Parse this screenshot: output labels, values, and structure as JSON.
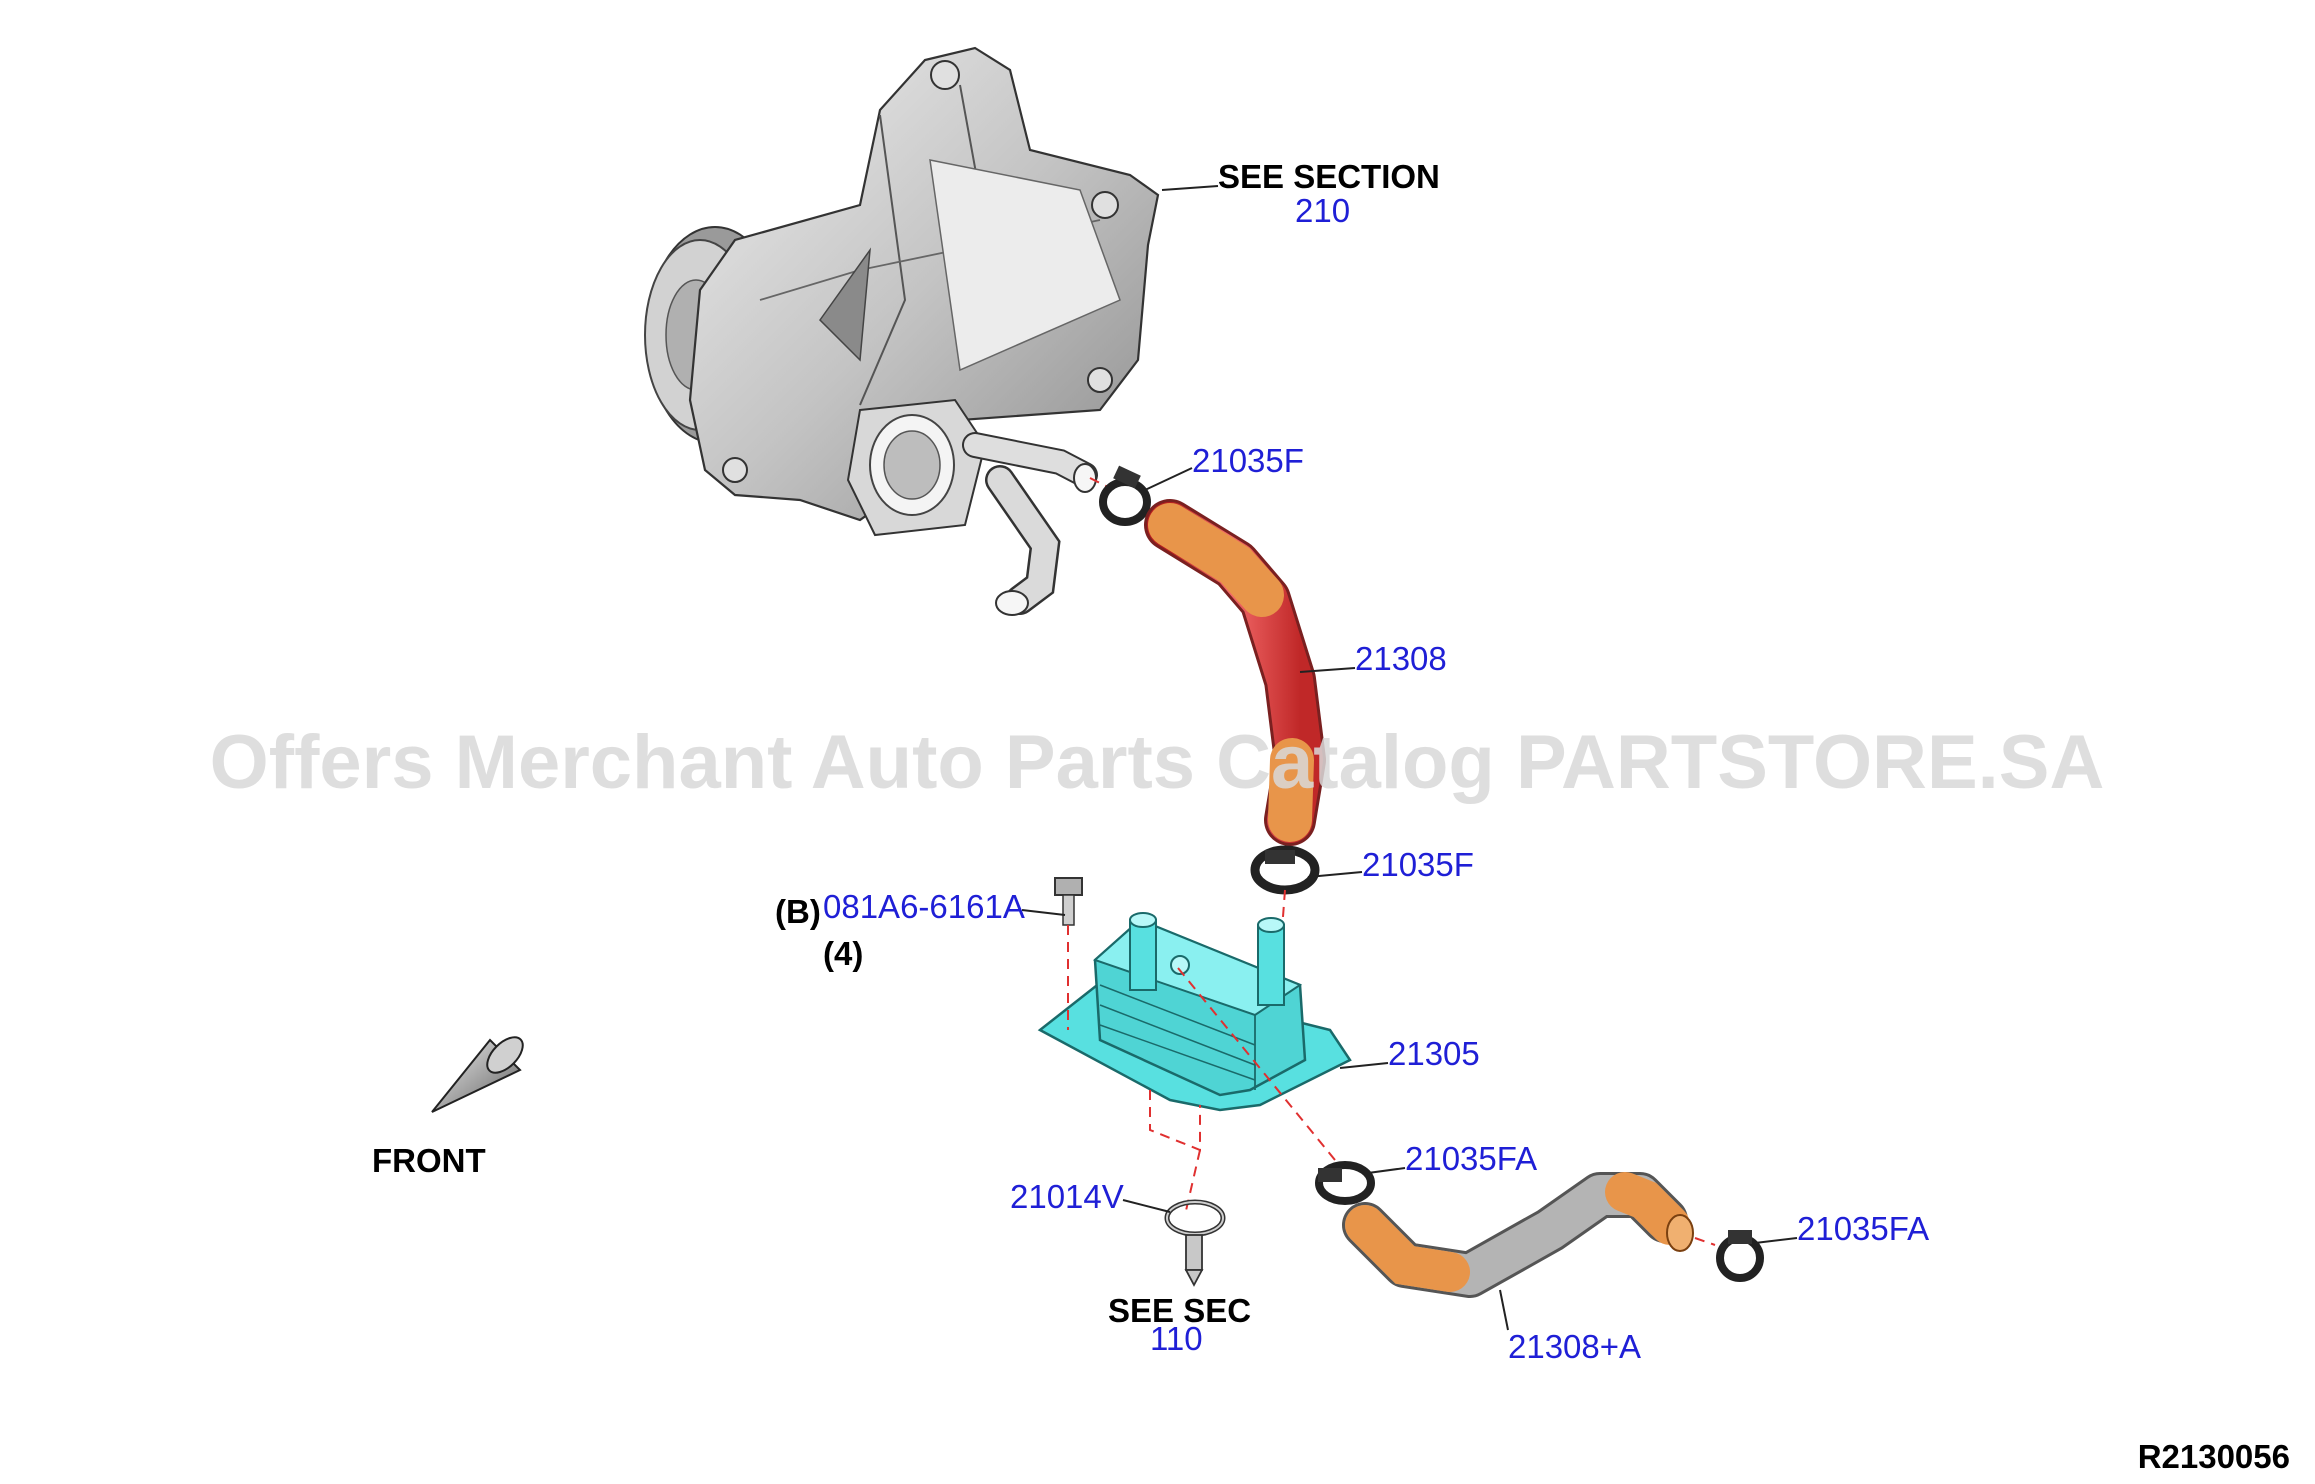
{
  "watermark": "Offers Merchant Auto Parts Catalog PARTSTORE.SA",
  "diagram_id": "R2130056",
  "front_label": "FRONT",
  "callouts": {
    "see_section": "SEE SECTION",
    "see_section_num": "210",
    "clamp_top": "21035F",
    "hose_upper": "21308",
    "clamp_mid": "21035F",
    "bolt_prefix": "(B)",
    "bolt": "081A6-6161A",
    "bolt_qty": "(4)",
    "oil_cooler": "21305",
    "clamp_lower": "21035FA",
    "clamp_right": "21035FA",
    "o_ring": "21014V",
    "see_sec": "SEE SEC",
    "see_sec_num": "110",
    "hose_lower": "21308+A"
  },
  "colors": {
    "housing": "#c8c8c8",
    "hose_red": "#e84a4a",
    "hose_orange": "#e8954a",
    "hose_gray": "#a8a8a8",
    "cooler": "#58e0e0",
    "label_blue": "#1f1fd6"
  }
}
